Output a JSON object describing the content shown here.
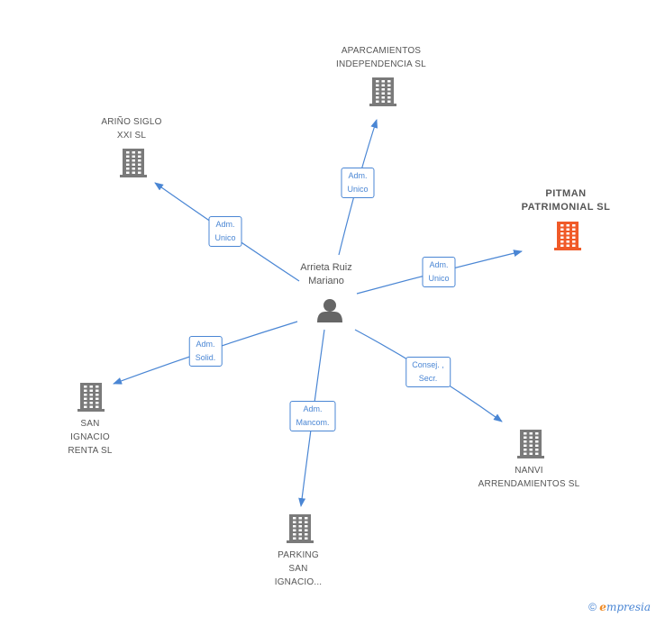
{
  "colors": {
    "edge": "#4a86d4",
    "building": "#7a7a7a",
    "highlight": "#f05a28",
    "person": "#666666",
    "text": "#555555"
  },
  "center": {
    "name": "Arrieta Ruiz\nMariano",
    "icon": "person-icon"
  },
  "companies": [
    {
      "id": "aparcamientos",
      "name": "APARCAMIENTOS\nINDEPENDENCIA SL",
      "icon": "building-icon",
      "highlight": false
    },
    {
      "id": "arino",
      "name": "ARIÑO SIGLO\nXXI SL",
      "icon": "building-icon",
      "highlight": false
    },
    {
      "id": "pitman",
      "name": "PITMAN\nPATRIMONIAL SL",
      "icon": "building-icon",
      "highlight": true
    },
    {
      "id": "san-ignacio-renta",
      "name": "SAN\nIGNACIO\nRENTA  SL",
      "icon": "building-icon",
      "highlight": false
    },
    {
      "id": "nanvi",
      "name": "NANVI\nARRENDAMIENTOS SL",
      "icon": "building-icon",
      "highlight": false
    },
    {
      "id": "parking",
      "name": "PARKING\nSAN\nIGNACIO...",
      "icon": "building-icon",
      "highlight": false
    }
  ],
  "relations": [
    {
      "target": "aparcamientos",
      "label": "Adm.\nUnico"
    },
    {
      "target": "arino",
      "label": "Adm.\nUnico"
    },
    {
      "target": "pitman",
      "label": "Adm.\nUnico"
    },
    {
      "target": "san-ignacio-renta",
      "label": "Adm.\nSolid."
    },
    {
      "target": "nanvi",
      "label": "Consej. ,\nSecr."
    },
    {
      "target": "parking",
      "label": "Adm.\nMancom."
    }
  ],
  "footer": {
    "copyright": "©",
    "brand_initial": "e",
    "brand_rest": "mpresia"
  }
}
